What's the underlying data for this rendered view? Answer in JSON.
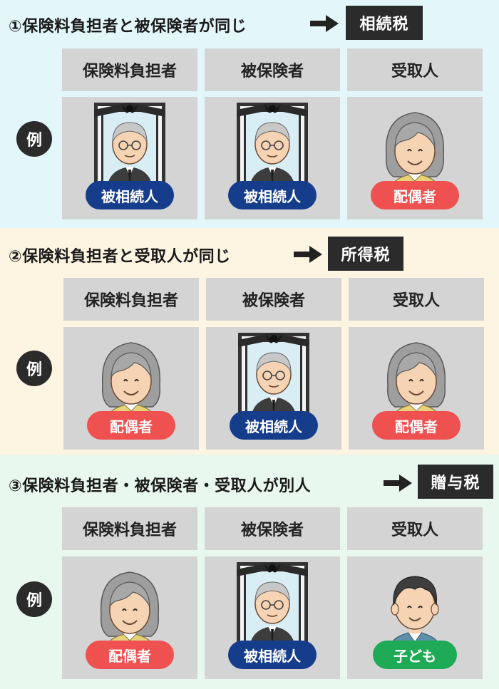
{
  "sections": [
    {
      "title": "①保険料負担者と被保険者が同じ",
      "tax": "相続税",
      "headers": [
        "保険料負担者",
        "被保険者",
        "受取人"
      ],
      "example_label": "例",
      "cells": [
        {
          "figure": "memorial-portrait",
          "badge": "被相続人"
        },
        {
          "figure": "memorial-portrait",
          "badge": "被相続人"
        },
        {
          "figure": "elderly-woman",
          "badge": "配偶者"
        }
      ]
    },
    {
      "title": "②保険料負担者と受取人が同じ",
      "tax": "所得税",
      "headers": [
        "保険料負担者",
        "被保険者",
        "受取人"
      ],
      "example_label": "例",
      "cells": [
        {
          "figure": "elderly-woman",
          "badge": "配偶者"
        },
        {
          "figure": "memorial-portrait",
          "badge": "被相続人"
        },
        {
          "figure": "elderly-woman",
          "badge": "配偶者"
        }
      ]
    },
    {
      "title": "③保険料負担者・被保険者・受取人が別人",
      "tax": "贈与税",
      "headers": [
        "保険料負担者",
        "被保険者",
        "受取人"
      ],
      "example_label": "例",
      "cells": [
        {
          "figure": "elderly-woman",
          "badge": "配偶者"
        },
        {
          "figure": "memorial-portrait",
          "badge": "被相続人"
        },
        {
          "figure": "young-man",
          "badge": "子ども"
        }
      ]
    }
  ],
  "colors": {
    "section1_bg": "#e3f7fb",
    "section2_bg": "#fdf5e1",
    "section3_bg": "#e8f8ef",
    "cell_bg": "#d4d4d4",
    "deceased_badge": "#163d8c",
    "spouse_badge": "#ef5150",
    "child_badge": "#1faa55",
    "tax_box": "#2b2b2b"
  }
}
